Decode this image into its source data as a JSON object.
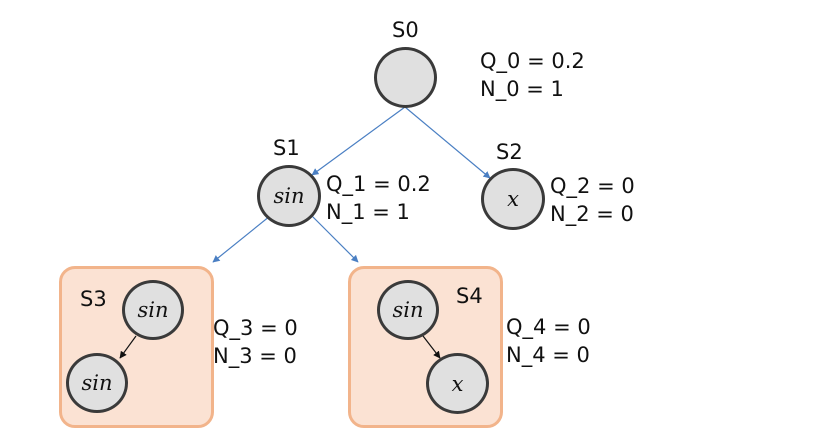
{
  "colors": {
    "tree_edge": "#4a7fc3",
    "box_fill": "#fbe2d3",
    "box_border": "#f2b48b",
    "node_fill": "#e0e0e0",
    "node_border": "#3a3a3a"
  },
  "nodes": {
    "s0": {
      "label": "S0",
      "q": "Q_0 = 0.2",
      "n": "N_0 = 1"
    },
    "s1": {
      "label": "S1",
      "symbol": "sin",
      "q": "Q_1 = 0.2",
      "n": "N_1 = 1"
    },
    "s2": {
      "label": "S2",
      "symbol": "x",
      "q": "Q_2 = 0",
      "n": "N_2 = 0"
    },
    "s3": {
      "label": "S3",
      "symbols": [
        "sin",
        "sin"
      ],
      "q": "Q_3 = 0",
      "n": "N_3 = 0"
    },
    "s4": {
      "label": "S4",
      "symbols": [
        "sin",
        "x"
      ],
      "q": "Q_4 = 0",
      "n": "N_4 = 0"
    }
  }
}
